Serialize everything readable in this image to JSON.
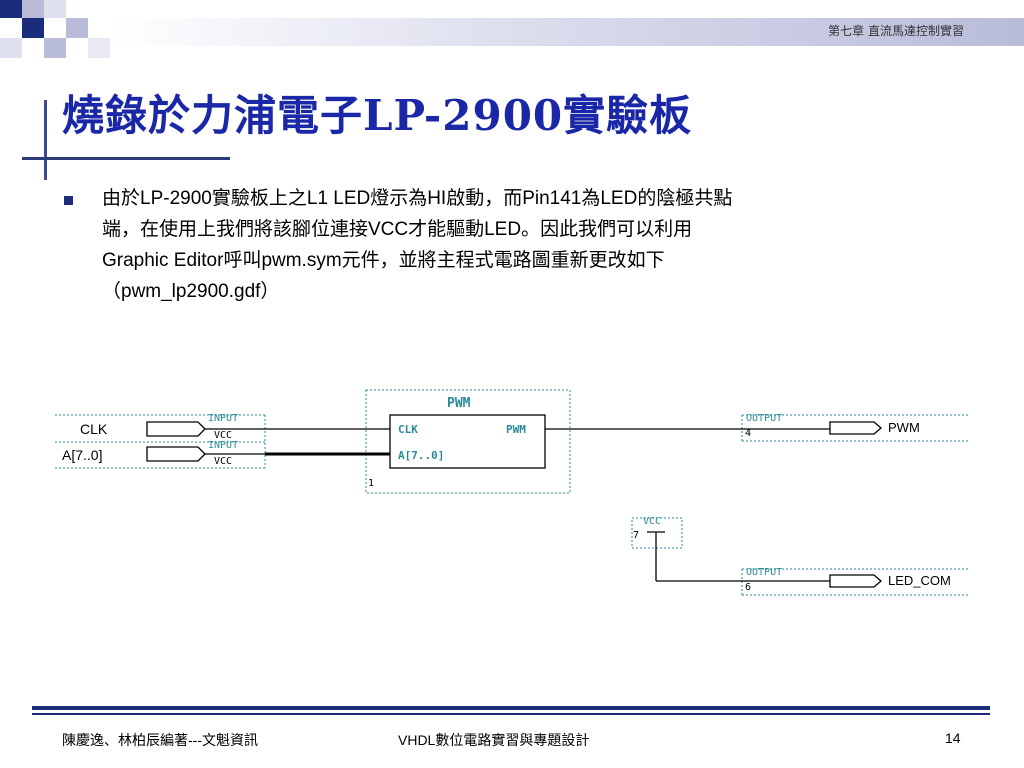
{
  "header": {
    "chapter": "第七章  直流馬達控制實習"
  },
  "title": "燒錄於力浦電子LP-2900實驗板",
  "body": {
    "lines": [
      "由於LP-2900實驗板上之L1 LED燈示為HI啟動，而Pin141為LED的陰極共點",
      "端，在使用上我們將該腳位連接VCC才能驅動LED。因此我們可以利用",
      "Graphic Editor呼叫pwm.sym元件，並將主程式電路圖重新更改如下",
      "（pwm_lp2900.gdf）"
    ]
  },
  "schematic": {
    "inputs": [
      {
        "label": "CLK",
        "type": "INPUT",
        "default": "VCC"
      },
      {
        "label": "A[7..0]",
        "type": "INPUT",
        "default": "VCC"
      }
    ],
    "component": {
      "name": "PWM",
      "ports_left": [
        "CLK",
        "A[7..0]"
      ],
      "port_right": "PWM",
      "instance": "1"
    },
    "output_pwm": {
      "type": "OUTPUT",
      "pin": "4",
      "label": "PWM"
    },
    "vcc_symbol": {
      "label": "VCC",
      "instance": "7"
    },
    "output_led": {
      "type": "OUTPUT",
      "pin": "6",
      "label": "LED_COM"
    }
  },
  "footer": {
    "author": "陳慶逸、林柏辰編著---文魁資訊",
    "book": "VHDL數位電路實習與專題設計",
    "page": "14"
  },
  "colors": {
    "title": "#1a27a6",
    "accent": "#1a2c7a",
    "schematic_blue": "#2a8a9a"
  }
}
